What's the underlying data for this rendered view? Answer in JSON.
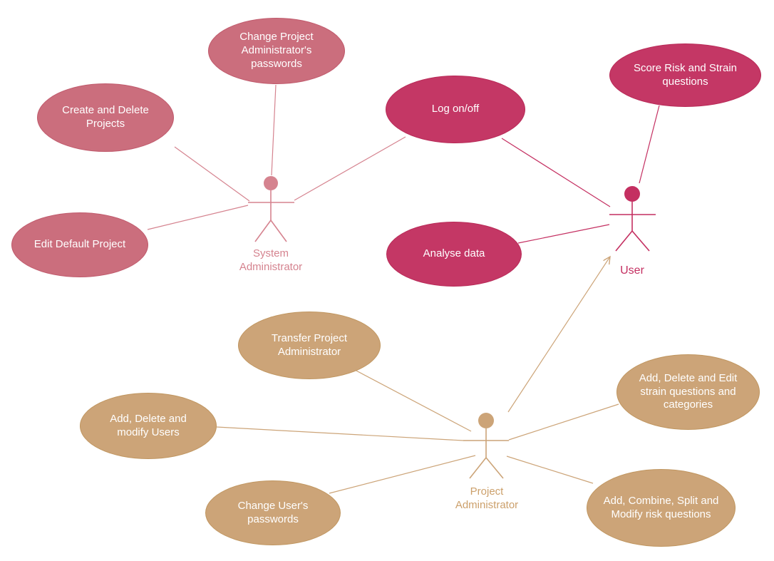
{
  "diagram_type": "uml-use-case-diagram",
  "colors": {
    "rose_fill": "#CB6E7D",
    "rose_stroke": "#C05A6C",
    "rose_actor": "#D5838F",
    "pink_fill": "#C43765",
    "pink_stroke": "#B82A57",
    "pink_actor": "#C42F61",
    "tan_fill": "#CCA478",
    "tan_stroke": "#C09660",
    "tan_actor": "#CCA06B",
    "background": "#FFFFFF",
    "use_case_text": "#FFFFFF"
  },
  "actors": [
    {
      "id": "system-administrator",
      "label": "System Administrator",
      "color": "rose"
    },
    {
      "id": "user",
      "label": "User",
      "color": "pink"
    },
    {
      "id": "project-administrator",
      "label": "Project Administrator",
      "color": "tan"
    }
  ],
  "use_cases": [
    {
      "id": "change-project-admin-passwords",
      "label": "Change Project Administrator's passwords",
      "color": "rose"
    },
    {
      "id": "create-delete-projects",
      "label": "Create and Delete Projects",
      "color": "rose"
    },
    {
      "id": "edit-default-project",
      "label": "Edit Default Project",
      "color": "rose"
    },
    {
      "id": "log-on-off",
      "label": "Log on/off",
      "color": "pink"
    },
    {
      "id": "score-risk-strain-questions",
      "label": "Score Risk and Strain questions",
      "color": "pink"
    },
    {
      "id": "analyse-data",
      "label": "Analyse data",
      "color": "pink"
    },
    {
      "id": "transfer-project-administrator",
      "label": "Transfer Project Administrator",
      "color": "tan"
    },
    {
      "id": "add-delete-modify-users",
      "label": "Add, Delete and modify Users",
      "color": "tan"
    },
    {
      "id": "change-users-passwords",
      "label": "Change User's passwords",
      "color": "tan"
    },
    {
      "id": "add-delete-edit-strain-questions",
      "label": "Add, Delete and Edit strain questions and categories",
      "color": "tan"
    },
    {
      "id": "add-combine-split-modify-risk-questions",
      "label": "Add, Combine, Split and Modify risk questions",
      "color": "tan"
    }
  ],
  "associations": [
    {
      "from": "system-administrator",
      "to": "change-project-admin-passwords",
      "type": "association"
    },
    {
      "from": "system-administrator",
      "to": "create-delete-projects",
      "type": "association"
    },
    {
      "from": "system-administrator",
      "to": "edit-default-project",
      "type": "association"
    },
    {
      "from": "system-administrator",
      "to": "log-on-off",
      "type": "association"
    },
    {
      "from": "user",
      "to": "log-on-off",
      "type": "association"
    },
    {
      "from": "user",
      "to": "score-risk-strain-questions",
      "type": "association"
    },
    {
      "from": "user",
      "to": "analyse-data",
      "type": "association"
    },
    {
      "from": "project-administrator",
      "to": "transfer-project-administrator",
      "type": "association"
    },
    {
      "from": "project-administrator",
      "to": "add-delete-modify-users",
      "type": "association"
    },
    {
      "from": "project-administrator",
      "to": "change-users-passwords",
      "type": "association"
    },
    {
      "from": "project-administrator",
      "to": "add-delete-edit-strain-questions",
      "type": "association"
    },
    {
      "from": "project-administrator",
      "to": "add-combine-split-modify-risk-questions",
      "type": "association"
    },
    {
      "from": "project-administrator",
      "to": "user",
      "type": "directed-arrow"
    }
  ]
}
